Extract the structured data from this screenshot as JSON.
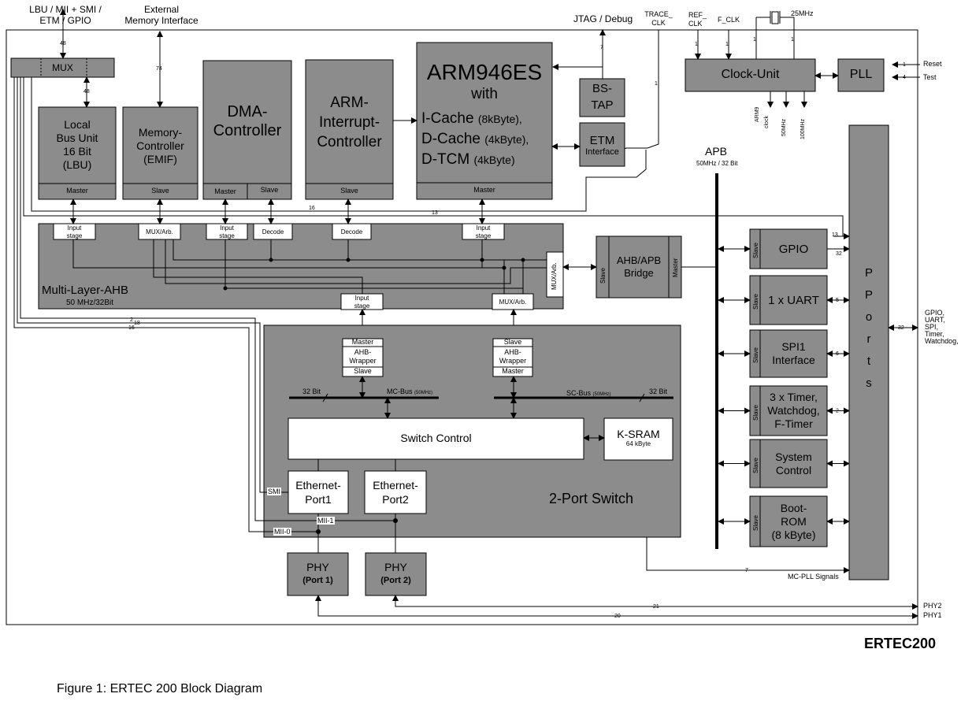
{
  "top": {
    "lbu_pins": "LBU / MII + SMI /",
    "lbu_pins2": "ETM / GPIO",
    "ext_mem": "External",
    "ext_mem2": "Memory Interface",
    "jtag": "JTAG / Debug",
    "trace": "TRACE_",
    "trace2": "CLK",
    "refclk": "REF_",
    "refclk2": "CLK",
    "fclk": "F_CLK",
    "xtal": "25MHz"
  },
  "mux": "MUX",
  "lbu": {
    "l1": "Local",
    "l2": "Bus Unit",
    "l3": "16 Bit",
    "l4": "(LBU)",
    "port": "Master"
  },
  "emif": {
    "l1": "Memory-",
    "l2": "Controller",
    "l3": "(EMIF)",
    "port": "Slave"
  },
  "dma": {
    "l1": "DMA-",
    "l2": "Controller",
    "master": "Master",
    "slave": "Slave"
  },
  "irq": {
    "l1": "ARM-",
    "l2": "Interrupt-",
    "l3": "Controller",
    "port": "Slave"
  },
  "arm": {
    "l1": "ARM946ES",
    "l2": "with",
    "l3a": "I-Cache",
    "l3b": "(8kByte),",
    "l4a": "D-Cache",
    "l4b": "(4kByte),",
    "l5a": "D-TCM",
    "l5b": "(4kByte)",
    "port": "Master"
  },
  "bstap": {
    "l1": "BS-",
    "l2": "TAP"
  },
  "etm": {
    "l1": "ETM",
    "l2": "Interface"
  },
  "clock": {
    "unit": "Clock-Unit",
    "pll": "PLL",
    "reset": "Reset",
    "test": "Test",
    "arm9": "ARM9",
    "arm9b": "clock",
    "f50": "50MHz",
    "f100": "100MHz"
  },
  "apb": {
    "title": "APB",
    "sub": "50MHz / 32 Bit"
  },
  "ahb": {
    "title": "Multi-Layer-AHB",
    "sub": "50 MHz/32Bit",
    "input_stage": "Input",
    "input_stage2": "stage",
    "mux_arb": "MUX/Arb.",
    "decode": "Decode",
    "mux_arb_v": "MUX/Arb."
  },
  "bridge": {
    "l1": "AHB/APB",
    "l2": "Bridge",
    "slave": "Slave",
    "master": "Master"
  },
  "periph": [
    {
      "name": "gpio",
      "l1": "GPIO",
      "l2": "",
      "l3": "",
      "port": "Slave"
    },
    {
      "name": "uart",
      "l1": "1 x UART",
      "l2": "",
      "l3": "",
      "port": "Slave"
    },
    {
      "name": "spi",
      "l1": "SPI1",
      "l2": "Interface",
      "l3": "",
      "port": "Slave"
    },
    {
      "name": "timer",
      "l1": "3 x Timer,",
      "l2": "Watchdog,",
      "l3": "F-Timer",
      "port": "Slave"
    },
    {
      "name": "sysctrl",
      "l1": "System",
      "l2": "Control",
      "l3": "",
      "port": "Slave"
    },
    {
      "name": "bootrom",
      "l1": "Boot-",
      "l2": "ROM",
      "l3": "(8 kByte)",
      "port": "Slave"
    }
  ],
  "ports": {
    "letters": [
      "P",
      "P",
      "o",
      "r",
      "t",
      "s"
    ],
    "ext": [
      "GPIO,",
      "UART,",
      "SPI,",
      "Timer,",
      "Watchdog,"
    ],
    "bus_width": "32",
    "mcpll": "MC-PLL Signals"
  },
  "sw": {
    "title": "2-Port Switch",
    "master": "Master",
    "slave": "Slave",
    "wrapper": "AHB-",
    "wrapper2": "Wrapper",
    "mcbus": "MC-Bus",
    "mcbus_f": "(50MHz)",
    "scbus": "SC-Bus",
    "scbus_f": "(50MHz)",
    "bit32": "32 Bit",
    "switch_ctrl": "Switch Control",
    "ksram": "K-SRAM",
    "ksram2": "64 kByte",
    "eth1": "Ethernet-",
    "eth1b": "Port1",
    "eth2": "Ethernet-",
    "eth2b": "Port2",
    "smi": "SMI",
    "mii1": "MII-1",
    "mii0": "MII-0"
  },
  "phy": {
    "p1a": "PHY",
    "p1b": "(Port 1)",
    "p2a": "PHY",
    "p2b": "(Port 2)",
    "phy2": "PHY2",
    "phy1": "PHY1"
  },
  "nums": {
    "n48a": "48",
    "n48b": "48",
    "n74": "74",
    "n7": "7",
    "n1a": "1",
    "n1b": "1",
    "n1c": "1",
    "n1d": "1",
    "n1e": "1",
    "n1r": "1",
    "n4": "4",
    "n16": "16",
    "n13a": "13",
    "n13b": "13",
    "n32": "32",
    "n5": "5",
    "n6": "6",
    "n2": "2",
    "n21": "21",
    "n20": "20",
    "n7b": "7",
    "n2b": "2",
    "n18": "18",
    "n16b": "16"
  },
  "chip": "ERTEC200",
  "caption": "Figure 1: ERTEC 200 Block Diagram"
}
